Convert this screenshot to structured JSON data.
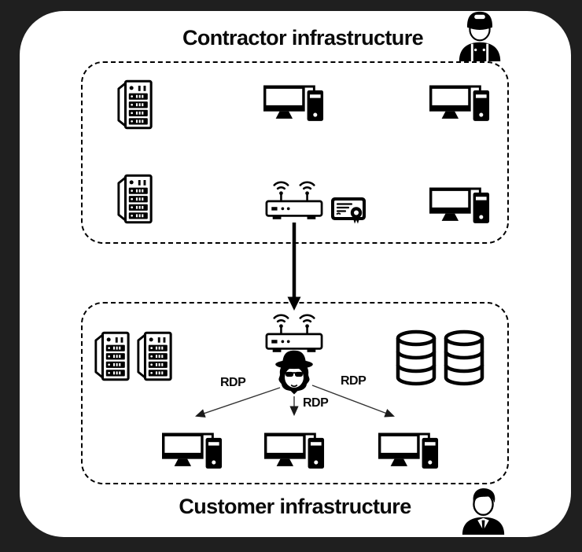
{
  "colors": {
    "background": "#1f1f1f",
    "card": "#ffffff",
    "ink": "#000000"
  },
  "contractor_zone": {
    "title": "Contractor infrastructure",
    "actor_icon": "contractor-worker-icon",
    "node_icons": [
      "server-rack-icon",
      "workstation-icon",
      "workstation-icon",
      "server-rack-icon",
      "wifi-router-icon",
      "certificate-icon",
      "workstation-icon"
    ]
  },
  "customer_zone": {
    "title": "Customer infrastructure",
    "actor_icon": "customer-businessman-icon",
    "node_icons": [
      "wifi-router-icon",
      "hacker-icon",
      "server-rack-icon",
      "server-rack-icon",
      "database-icon",
      "database-icon",
      "workstation-icon",
      "workstation-icon",
      "workstation-icon"
    ]
  },
  "connections": {
    "router_link": {
      "from": "contractor-wifi-router",
      "to": "customer-wifi-router",
      "label": ""
    },
    "rdp_left": {
      "from": "hacker",
      "to": "customer-workstation-left",
      "label": "RDP"
    },
    "rdp_middle": {
      "from": "hacker",
      "to": "customer-workstation-middle",
      "label": "RDP"
    },
    "rdp_right": {
      "from": "hacker",
      "to": "customer-workstation-right",
      "label": "RDP"
    }
  }
}
